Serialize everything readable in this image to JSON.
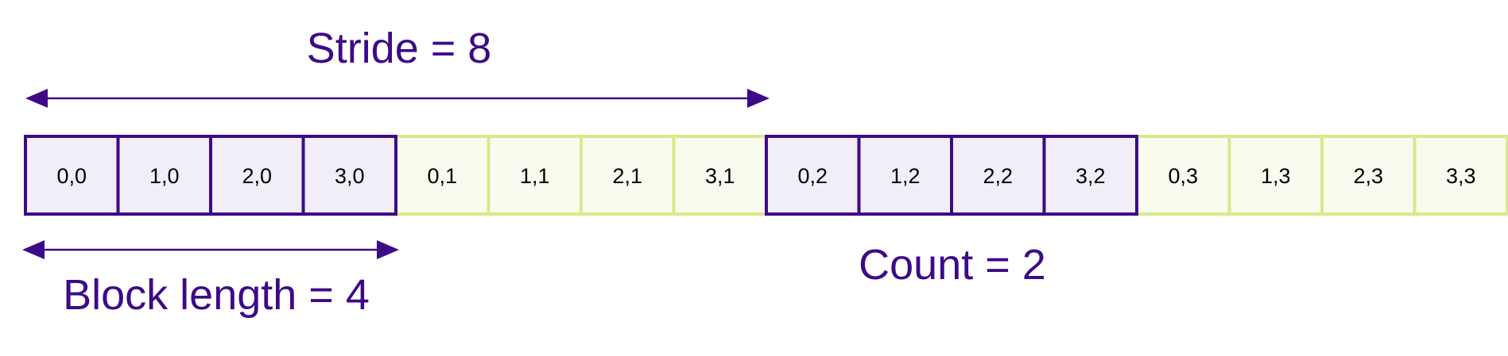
{
  "labels": {
    "stride": "Stride = 8",
    "block_length": "Block length = 4",
    "count": "Count = 2"
  },
  "colors": {
    "accent": "#3d0a87",
    "block_fill": "#f1eef7",
    "block_border": "#3d0a87",
    "gap_fill": "#f9fbee",
    "gap_border": "#d8ea8a"
  },
  "cells": [
    {
      "label": "0,0",
      "in_block": true
    },
    {
      "label": "1,0",
      "in_block": true
    },
    {
      "label": "2,0",
      "in_block": true
    },
    {
      "label": "3,0",
      "in_block": true
    },
    {
      "label": "0,1",
      "in_block": false
    },
    {
      "label": "1,1",
      "in_block": false
    },
    {
      "label": "2,1",
      "in_block": false
    },
    {
      "label": "3,1",
      "in_block": false
    },
    {
      "label": "0,2",
      "in_block": true
    },
    {
      "label": "1,2",
      "in_block": true
    },
    {
      "label": "2,2",
      "in_block": true
    },
    {
      "label": "3,2",
      "in_block": true
    },
    {
      "label": "0,3",
      "in_block": false
    },
    {
      "label": "1,3",
      "in_block": false
    },
    {
      "label": "2,3",
      "in_block": false
    },
    {
      "label": "3,3",
      "in_block": false
    }
  ]
}
